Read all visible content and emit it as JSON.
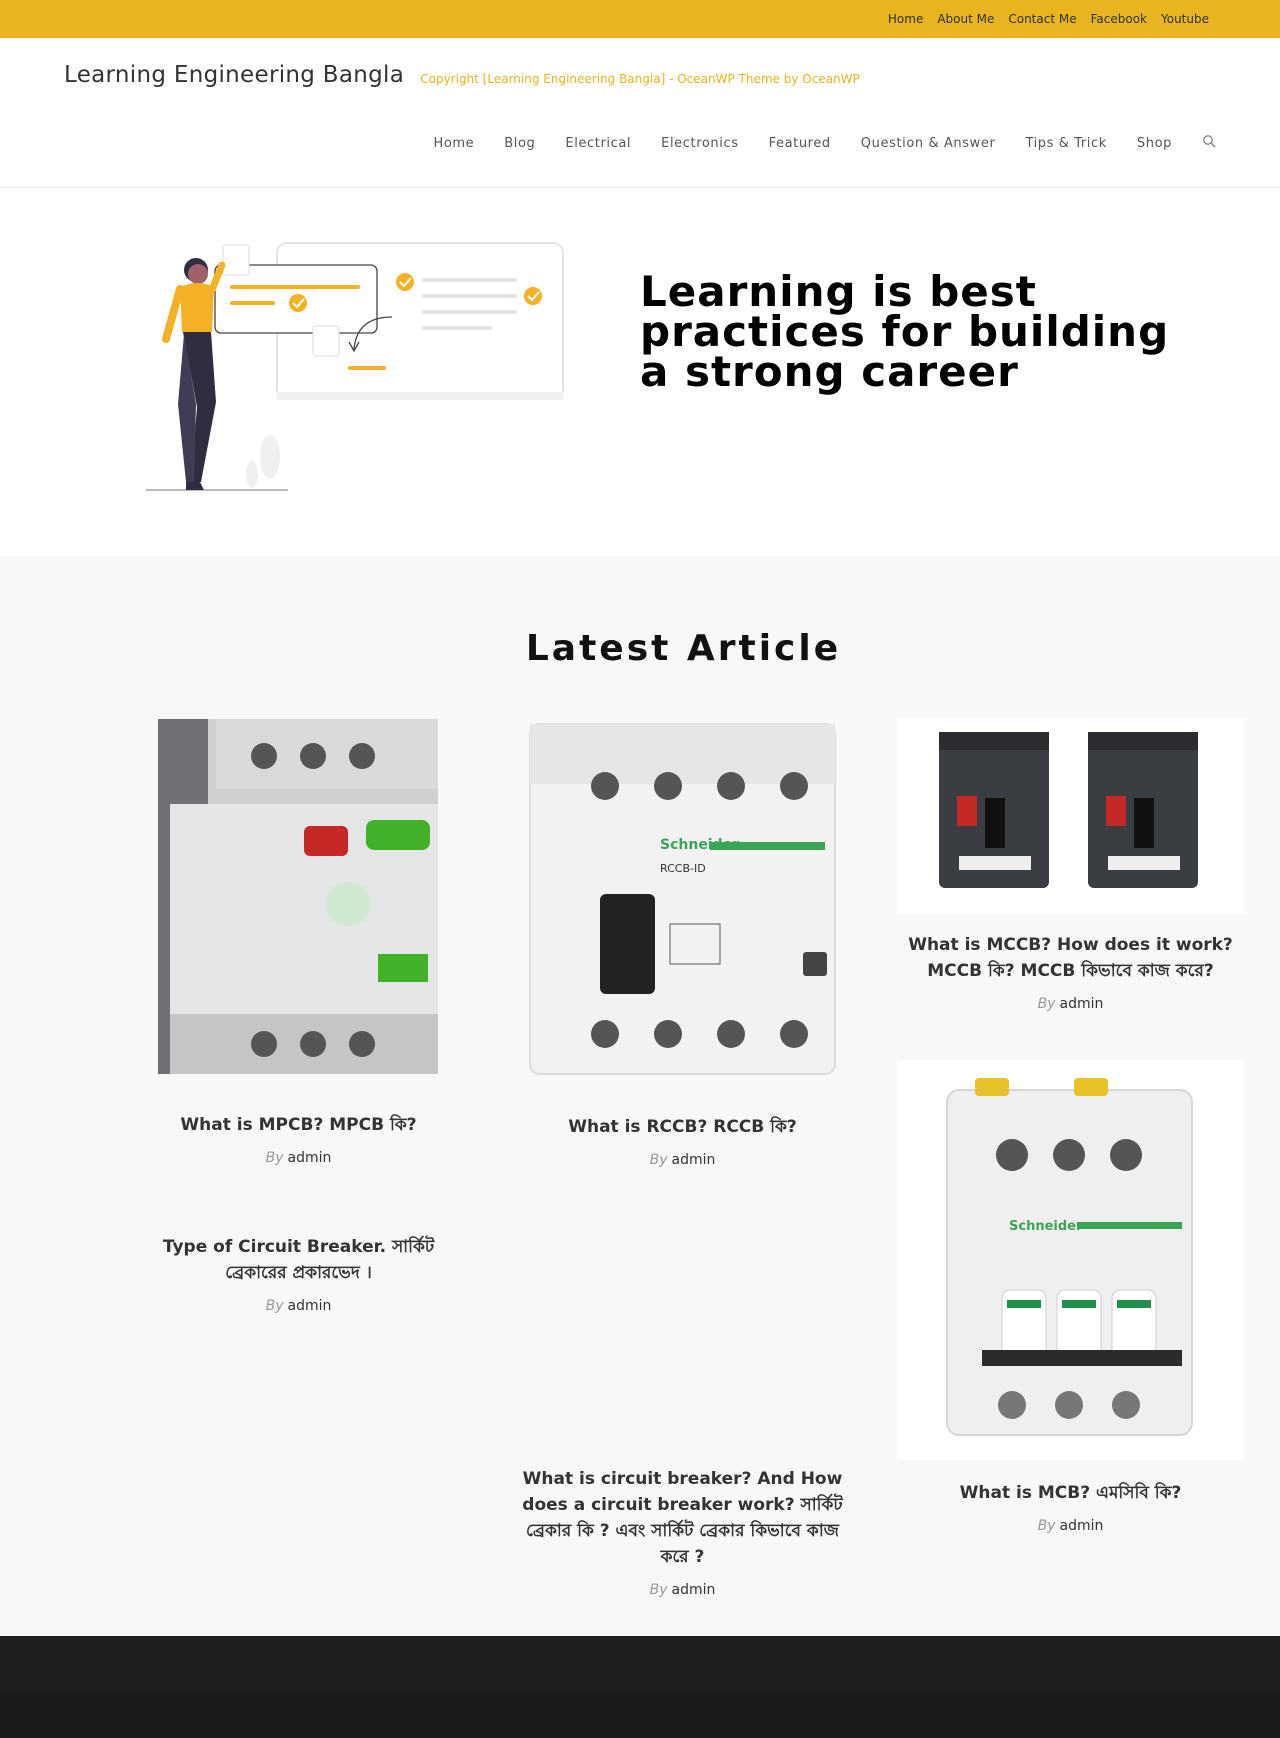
{
  "colors": {
    "accent": "#e8b420",
    "footer": "#1f1f1f"
  },
  "topbar": {
    "links": [
      "Home",
      "About Me",
      "Contact Me",
      "Facebook",
      "Youtube"
    ]
  },
  "header": {
    "site_title": "Learning Engineering Bangla",
    "nav": [
      "Home",
      "Blog",
      "Electrical",
      "Electronics",
      "Featured",
      "Question & Answer",
      "Tips & Trick",
      "Shop"
    ],
    "search_icon": "search-icon"
  },
  "hero": {
    "heading": "Learning is best practices for building a strong career"
  },
  "latest": {
    "title": "Latest Article",
    "articles": [
      {
        "title": "What is MPCB? MPCB কি?",
        "by": "By",
        "author": "admin"
      },
      {
        "title": "What is RCCB? RCCB কি?",
        "by": "By",
        "author": "admin"
      },
      {
        "title": "What is MCCB? How does it work? MCCB কি? MCCB কিভাবে কাজ করে?",
        "by": "By",
        "author": "admin"
      },
      {
        "title": "Type of Circuit Breaker. সার্কিট ব্রেকারের প্রকারভেদ ।",
        "by": "By",
        "author": "admin"
      },
      {
        "title": "What is circuit breaker? And How does a circuit breaker work? সার্কিট ব্রেকার কি ? এবং সার্কিট ব্রেকার কিভাবে কাজ করে ?",
        "by": "By",
        "author": "admin"
      },
      {
        "title": "What is MCB? এমসিবি কি?",
        "by": "By",
        "author": "admin"
      }
    ]
  },
  "footer": {
    "copyright": "Copyright [Learning Engineering Bangla] - OceanWP Theme by OceanWP"
  }
}
